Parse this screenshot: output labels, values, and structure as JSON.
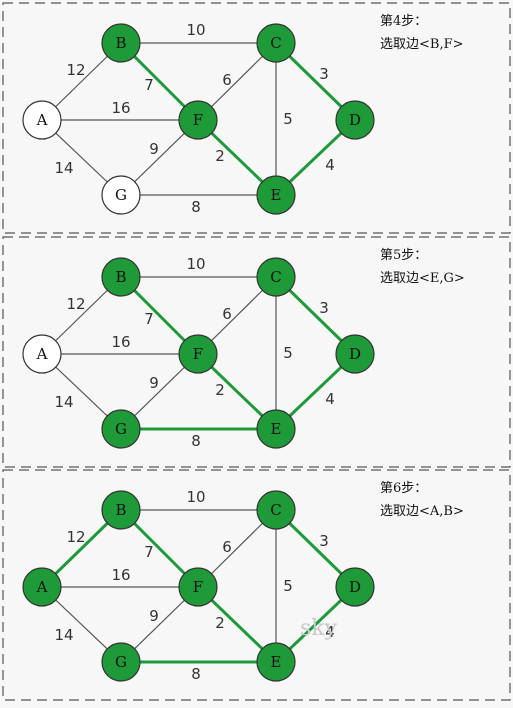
{
  "nodes": [
    "A",
    "B",
    "C",
    "D",
    "E",
    "F",
    "G"
  ],
  "edges": [
    {
      "from": "A",
      "to": "B",
      "weight": "12"
    },
    {
      "from": "B",
      "to": "C",
      "weight": "10"
    },
    {
      "from": "A",
      "to": "F",
      "weight": "16"
    },
    {
      "from": "B",
      "to": "F",
      "weight": "7"
    },
    {
      "from": "C",
      "to": "F",
      "weight": "6"
    },
    {
      "from": "C",
      "to": "D",
      "weight": "3"
    },
    {
      "from": "A",
      "to": "G",
      "weight": "14"
    },
    {
      "from": "G",
      "to": "F",
      "weight": "9"
    },
    {
      "from": "F",
      "to": "E",
      "weight": "2"
    },
    {
      "from": "C",
      "to": "E",
      "weight": "5"
    },
    {
      "from": "D",
      "to": "E",
      "weight": "4"
    },
    {
      "from": "G",
      "to": "E",
      "weight": "8"
    }
  ],
  "panels": [
    {
      "title": "第4步：",
      "description": "选取边<B,F>",
      "tree_nodes": [
        "B",
        "C",
        "D",
        "E",
        "F"
      ],
      "selected_edges": [
        "B-F",
        "C-D",
        "D-E",
        "F-E"
      ]
    },
    {
      "title": "第5步：",
      "description": "选取边<E,G>",
      "tree_nodes": [
        "B",
        "C",
        "D",
        "E",
        "F",
        "G"
      ],
      "selected_edges": [
        "B-F",
        "C-D",
        "D-E",
        "F-E",
        "G-E"
      ]
    },
    {
      "title": "第6步：",
      "description": "选取边<A,B>",
      "tree_nodes": [
        "A",
        "B",
        "C",
        "D",
        "E",
        "F",
        "G"
      ],
      "selected_edges": [
        "A-B",
        "B-F",
        "C-D",
        "D-E",
        "F-E",
        "G-E"
      ]
    }
  ],
  "watermark": "sky",
  "colors": {
    "tree": "#1f9a38",
    "selected_edge": "#1e9a3a",
    "plain_edge": "#555555",
    "node_outline": "#333333"
  }
}
